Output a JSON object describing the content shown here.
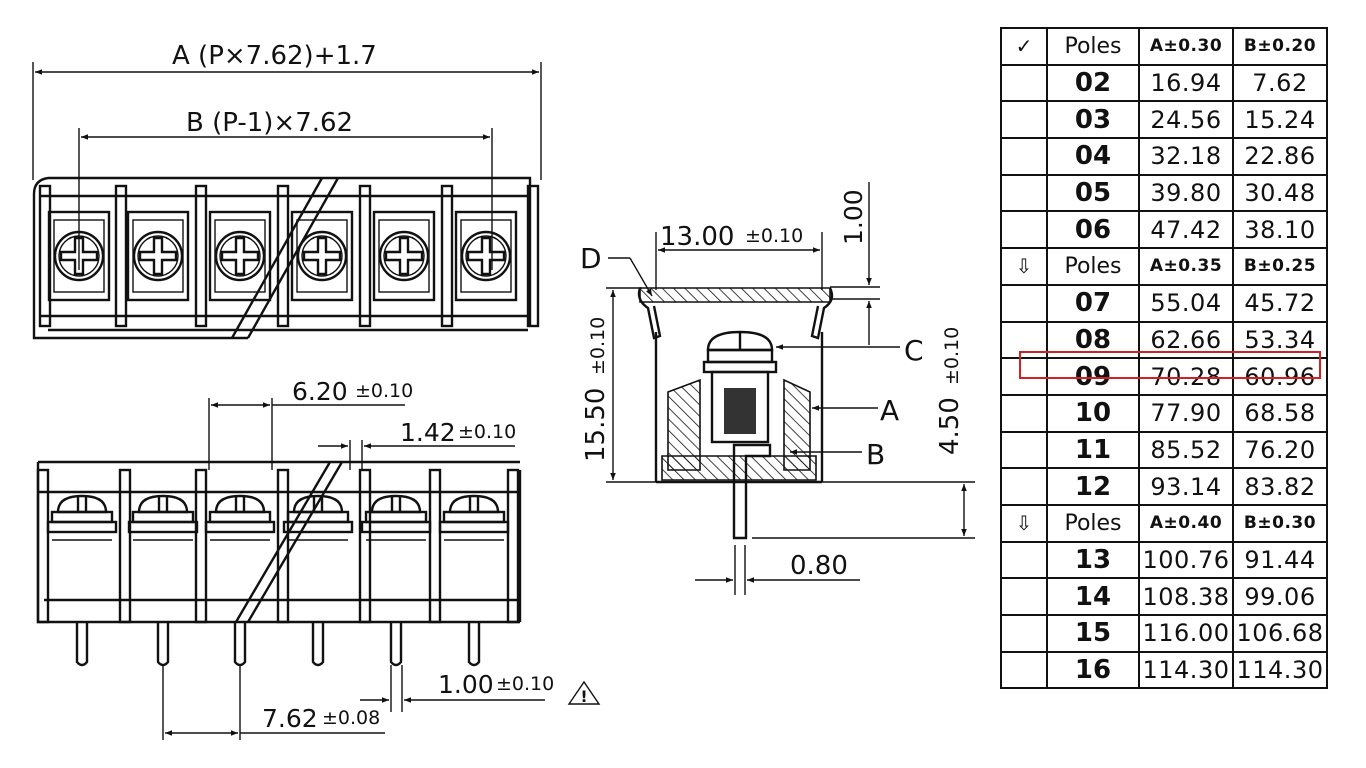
{
  "dimensions": {
    "a_formula": "A (P×7.62)+1.7",
    "b_formula": "B (P-1)×7.62",
    "w_620": "6.20",
    "w_142": "1.42",
    "w_100": "1.00",
    "w_762": "7.62",
    "tol_010": "±0.10",
    "tol_008": "±0.08",
    "w_1300": "13.00",
    "h_100": "1.00",
    "h_1550": "15.50",
    "h_450": "4.50",
    "w_080": "0.80",
    "label_a": "A",
    "label_b": "B",
    "label_c": "C",
    "label_d": "D",
    "warning_symbol": "!"
  },
  "table": {
    "rows": [
      {
        "kind": "header",
        "mark": "✓",
        "poles": "Poles",
        "a": "A±0.30",
        "b": "B±0.20"
      },
      {
        "kind": "data",
        "mark": "",
        "poles": "02",
        "a": "16.94",
        "b": "7.62"
      },
      {
        "kind": "data",
        "mark": "",
        "poles": "03",
        "a": "24.56",
        "b": "15.24"
      },
      {
        "kind": "data",
        "mark": "",
        "poles": "04",
        "a": "32.18",
        "b": "22.86"
      },
      {
        "kind": "data",
        "mark": "",
        "poles": "05",
        "a": "39.80",
        "b": "30.48"
      },
      {
        "kind": "data",
        "mark": "",
        "poles": "06",
        "a": "47.42",
        "b": "38.10"
      },
      {
        "kind": "header",
        "mark": "⇩",
        "poles": "Poles",
        "a": "A±0.35",
        "b": "B±0.25"
      },
      {
        "kind": "data",
        "mark": "",
        "poles": "07",
        "a": "55.04",
        "b": "45.72"
      },
      {
        "kind": "data",
        "mark": "",
        "poles": "08",
        "a": "62.66",
        "b": "53.34"
      },
      {
        "kind": "data",
        "mark": "",
        "poles": "09",
        "a": "70.28",
        "b": "60.96"
      },
      {
        "kind": "data",
        "mark": "",
        "poles": "10",
        "a": "77.90",
        "b": "68.58"
      },
      {
        "kind": "data",
        "mark": "",
        "poles": "11",
        "a": "85.52",
        "b": "76.20"
      },
      {
        "kind": "data",
        "mark": "",
        "poles": "12",
        "a": "93.14",
        "b": "83.82"
      },
      {
        "kind": "header",
        "mark": "⇩",
        "poles": "Poles",
        "a": "A±0.40",
        "b": "B±0.30"
      },
      {
        "kind": "data",
        "mark": "",
        "poles": "13",
        "a": "100.76",
        "b": "91.44"
      },
      {
        "kind": "data",
        "mark": "",
        "poles": "14",
        "a": "108.38",
        "b": "99.06"
      },
      {
        "kind": "data",
        "mark": "",
        "poles": "15",
        "a": "116.00",
        "b": "106.68"
      },
      {
        "kind": "data",
        "mark": "",
        "poles": "16",
        "a": "114.30",
        "b": "114.30"
      }
    ],
    "highlight_color": "#d32020"
  }
}
